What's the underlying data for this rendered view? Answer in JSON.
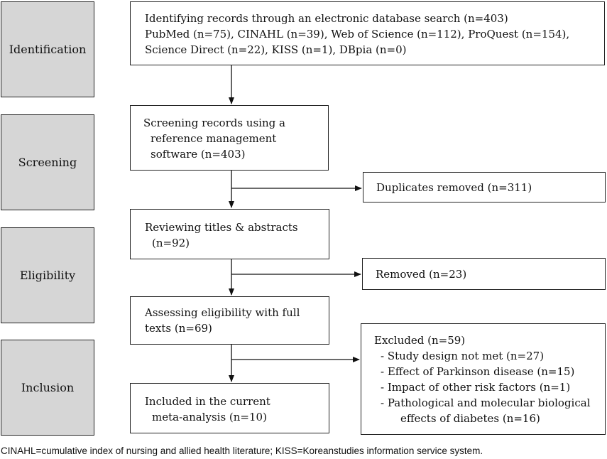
{
  "stages": [
    "Identification",
    "Screening",
    "Eligibility",
    "Inclusion"
  ],
  "identify": {
    "line1": "Identifying records through an electronic database search (n=403)",
    "line2": "PubMed (n=75), CINAHL (n=39), Web of Science (n=112), ProQuest (n=154),",
    "line3": "Science Direct (n=22), KISS (n=1), DBpia (n=0)"
  },
  "screen": {
    "line1": "Screening records using a",
    "line2": "reference management",
    "line3": "software (n=403)"
  },
  "duplicates": "Duplicates removed (n=311)",
  "review": {
    "line1": "Reviewing titles & abstracts",
    "line2": "(n=92)"
  },
  "removed": "Removed (n=23)",
  "assess": {
    "line1": "Assessing eligibility with full",
    "line2": "texts (n=69)"
  },
  "excluded": {
    "title": "Excluded (n=59)",
    "item1": "- Study design not met (n=27)",
    "item2": "- Effect of Parkinson disease (n=15)",
    "item3": "- Impact of other risk factors (n=1)",
    "item4a": "- Pathological and molecular biological",
    "item4b": "effects of diabetes (n=16)"
  },
  "included": {
    "line1": "Included in the current",
    "line2": "meta-analysis (n=10)"
  },
  "footnote": "CINAHL=cumulative index of nursing and allied health literature; KISS=Koreanstudies information service system."
}
